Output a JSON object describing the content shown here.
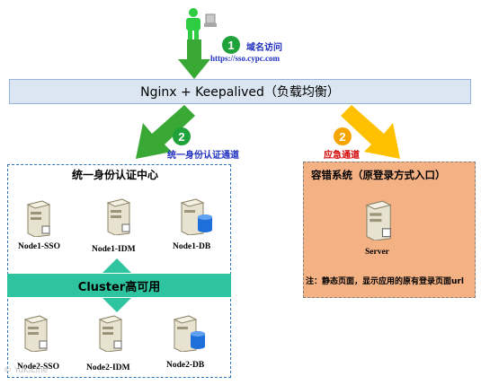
{
  "top": {
    "badge1": "1",
    "domain_label": "域名访问",
    "url": "https://sso.cypc.com"
  },
  "nginx": {
    "label": "Nginx + Keepalived（负载均衡）"
  },
  "left_path": {
    "badge": "2",
    "label": "统一身份认证通道"
  },
  "right_path": {
    "badge": "2",
    "label": "应急通道"
  },
  "sso_center": {
    "title": "统一身份认证中心",
    "cluster_label": "Cluster高可用",
    "nodes_top": [
      "Node1-SSO",
      "Node1-IDM",
      "Node1-DB"
    ],
    "nodes_bottom": [
      "Node2-SSO",
      "Node2-IDM",
      "Node2-DB"
    ]
  },
  "fallback": {
    "title": "容错系统（原登录方式入口）",
    "server_label": "Server",
    "note": "注：静态页面，显示应用的原有登录页面url"
  },
  "watermark": "© YuKiLine",
  "colors": {
    "green_arrow": "#3aa835",
    "yellow_arrow": "#ffc000",
    "cluster": "#2ec4a0",
    "fallback_bg": "#f4b183"
  }
}
